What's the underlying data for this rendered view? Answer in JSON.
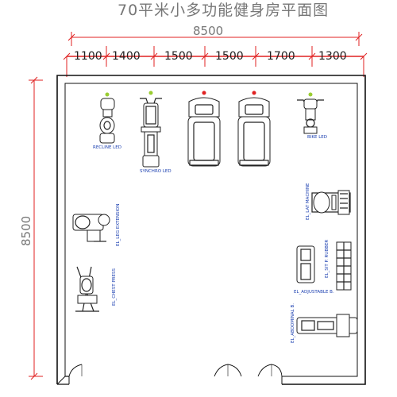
{
  "title": "70平米小多功能健身房平面图",
  "dimensions": {
    "total_horizontal": "8500",
    "total_vertical": "8500",
    "segments": [
      "1100",
      "1400",
      "1500",
      "1500",
      "1700",
      "1300"
    ]
  },
  "equipment": [
    {
      "label": "RECLINE LED"
    },
    {
      "label": "SYNCHRO LED"
    },
    {
      "label": ""
    },
    {
      "label": ""
    },
    {
      "label": "BIKE LED"
    },
    {
      "label": "EL_LAT MACHINE"
    },
    {
      "label": "EL_LEG EXTENSION"
    },
    {
      "label": "EL_CHEST PRESS"
    },
    {
      "label": "EL_SIT P. RUBBER"
    },
    {
      "label": "EL_ADJUSTABLE B."
    },
    {
      "label": "EL_ABDOMINAL B."
    }
  ],
  "colors": {
    "dimension_line": "#e02222",
    "wall": "#111111",
    "label": "#1b3fb0",
    "marker": "#9acd32"
  }
}
